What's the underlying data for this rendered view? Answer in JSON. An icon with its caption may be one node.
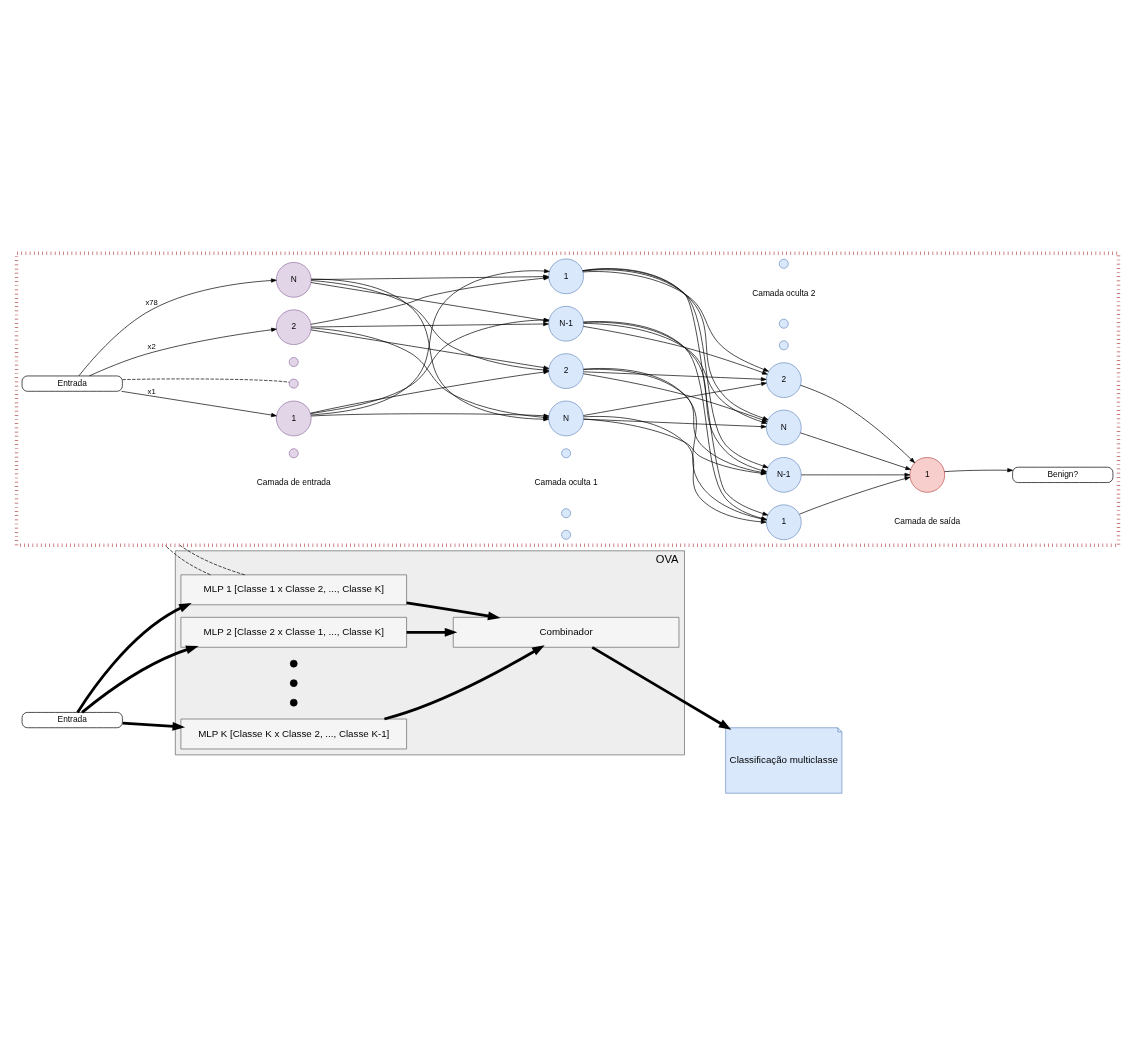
{
  "diagram": {
    "nodes": [
      {
        "text": [],
        "shape": "box"
      },
      {
        "text": [
          "Entrada"
        ],
        "in": 0
      },
      {
        "text": [
          "1"
        ],
        "in": 0
      },
      {
        "text": [
          "2"
        ],
        "in": 0
      },
      {
        "text": [],
        "shape": "circle",
        "in": 0
      },
      {
        "text": [],
        "shape": "circle",
        "in": 0
      },
      {
        "text": [],
        "shape": "circle",
        "in": 0
      },
      {
        "text": [
          "N"
        ],
        "in": 0
      },
      {
        "text": [
          "1"
        ],
        "in": 0
      },
      {
        "text": [
          "2"
        ],
        "in": 0
      },
      {
        "text": [],
        "shape": "circle",
        "in": 0
      },
      {
        "text": [],
        "shape": "circle",
        "in": 0
      },
      {
        "text": [],
        "shape": "circle",
        "in": 0
      },
      {
        "text": [
          "N-1"
        ],
        "in": 0
      },
      {
        "text": [
          "N"
        ],
        "in": 0
      },
      {
        "text": [
          "1"
        ],
        "in": 0
      },
      {
        "text": [
          "2"
        ],
        "in": 0
      },
      {
        "text": [],
        "shape": "circle",
        "in": 0
      },
      {
        "text": [],
        "shape": "circle",
        "in": 0
      },
      {
        "text": [],
        "shape": "circle",
        "in": 0
      },
      {
        "text": [
          "N-1"
        ],
        "in": 0
      },
      {
        "text": [
          "N"
        ],
        "in": 0
      },
      {
        "text": [
          "1"
        ],
        "in": 0
      },
      {
        "text": [
          "Benign?"
        ],
        "in": 0
      },
      {
        "text": [
          "OVA"
        ]
      },
      {
        "text": [
          "Entrada"
        ]
      },
      {
        "text": [
          "MLP 1 [Classe 1 x Classe 2, ..., Classe K]"
        ],
        "in": 24
      },
      {
        "text": [
          "MLP 2 [Classe 2 x Classe 1, ..., Classe K]"
        ],
        "in": 24
      },
      {
        "text": [],
        "shape": "circle",
        "in": 24
      },
      {
        "text": [],
        "shape": "circle",
        "in": 24
      },
      {
        "text": [],
        "shape": "circle",
        "in": 24
      },
      {
        "text": [
          "MLP K [Classe K x Classe 2, ..., Classe K-1]"
        ],
        "in": 24
      },
      {
        "text": [
          "Combinador"
        ],
        "in": 24
      },
      {
        "text": [
          "Classificação multiclasse"
        ]
      }
    ],
    "edges": [
      {
        "from": 1,
        "to": 2,
        "arrow": "to",
        "label": "x1"
      },
      {
        "from": 1,
        "to": 3,
        "arrow": "to",
        "label": "x2"
      },
      {
        "from": 1,
        "to": 5,
        "arrow": "none",
        "style": "dashed"
      },
      {
        "from": 1,
        "to": 7,
        "arrow": "to",
        "label": "x78"
      },
      {
        "from": 2,
        "to": 8,
        "arrow": "to"
      },
      {
        "from": 2,
        "to": 9,
        "arrow": "to"
      },
      {
        "from": 2,
        "to": 13,
        "arrow": "to"
      },
      {
        "from": 2,
        "to": 14,
        "arrow": "to"
      },
      {
        "from": 3,
        "to": 8,
        "arrow": "to"
      },
      {
        "from": 3,
        "to": 9,
        "arrow": "to"
      },
      {
        "from": 3,
        "to": 13,
        "arrow": "to"
      },
      {
        "from": 3,
        "to": 14,
        "arrow": "to"
      },
      {
        "from": 7,
        "to": 8,
        "arrow": "to"
      },
      {
        "from": 7,
        "to": 9,
        "arrow": "to"
      },
      {
        "from": 7,
        "to": 13,
        "arrow": "to"
      },
      {
        "from": 7,
        "to": 14,
        "arrow": "to"
      },
      {
        "from": 8,
        "to": 15,
        "arrow": "to"
      },
      {
        "from": 8,
        "to": 16,
        "arrow": "to"
      },
      {
        "from": 8,
        "to": 20,
        "arrow": "to"
      },
      {
        "from": 8,
        "to": 21,
        "arrow": "to"
      },
      {
        "from": 9,
        "to": 15,
        "arrow": "to"
      },
      {
        "from": 9,
        "to": 16,
        "arrow": "to"
      },
      {
        "from": 9,
        "to": 20,
        "arrow": "to"
      },
      {
        "from": 9,
        "to": 21,
        "arrow": "to"
      },
      {
        "from": 13,
        "to": 15,
        "arrow": "to"
      },
      {
        "from": 13,
        "to": 16,
        "arrow": "to"
      },
      {
        "from": 13,
        "to": 20,
        "arrow": "to"
      },
      {
        "from": 13,
        "to": 21,
        "arrow": "to"
      },
      {
        "from": 14,
        "to": 15,
        "arrow": "to"
      },
      {
        "from": 14,
        "to": 16,
        "arrow": "to"
      },
      {
        "from": 14,
        "to": 20,
        "arrow": "to"
      },
      {
        "from": 14,
        "to": 21,
        "arrow": "to"
      },
      {
        "from": 15,
        "to": 22,
        "arrow": "to"
      },
      {
        "from": 16,
        "to": 22,
        "arrow": "to"
      },
      {
        "from": 20,
        "to": 22,
        "arrow": "to"
      },
      {
        "from": 21,
        "to": 22,
        "arrow": "to"
      },
      {
        "from": 22,
        "to": 23,
        "arrow": "to"
      },
      {
        "from": 25,
        "to": 26,
        "arrow": "to",
        "style": "thick"
      },
      {
        "from": 25,
        "to": 27,
        "arrow": "to",
        "style": "thick"
      },
      {
        "from": 25,
        "to": 31,
        "arrow": "to",
        "style": "thick"
      },
      {
        "from": 26,
        "to": 32,
        "arrow": "to",
        "style": "thick"
      },
      {
        "from": 27,
        "to": 32,
        "arrow": "to",
        "style": "thick"
      },
      {
        "from": 31,
        "to": 32,
        "arrow": "to",
        "style": "thick"
      },
      {
        "from": 32,
        "to": 33,
        "arrow": "to",
        "style": "thick"
      },
      {
        "from": 26,
        "to": 0,
        "arrow": "none",
        "style": "dashed"
      },
      {
        "from": 26,
        "to": 0,
        "arrow": "none",
        "style": "dashed"
      }
    ],
    "labels": [
      "Camada de entrada",
      "Camada oculta 1",
      "Camada oculta 2",
      "Camada de saída"
    ]
  }
}
